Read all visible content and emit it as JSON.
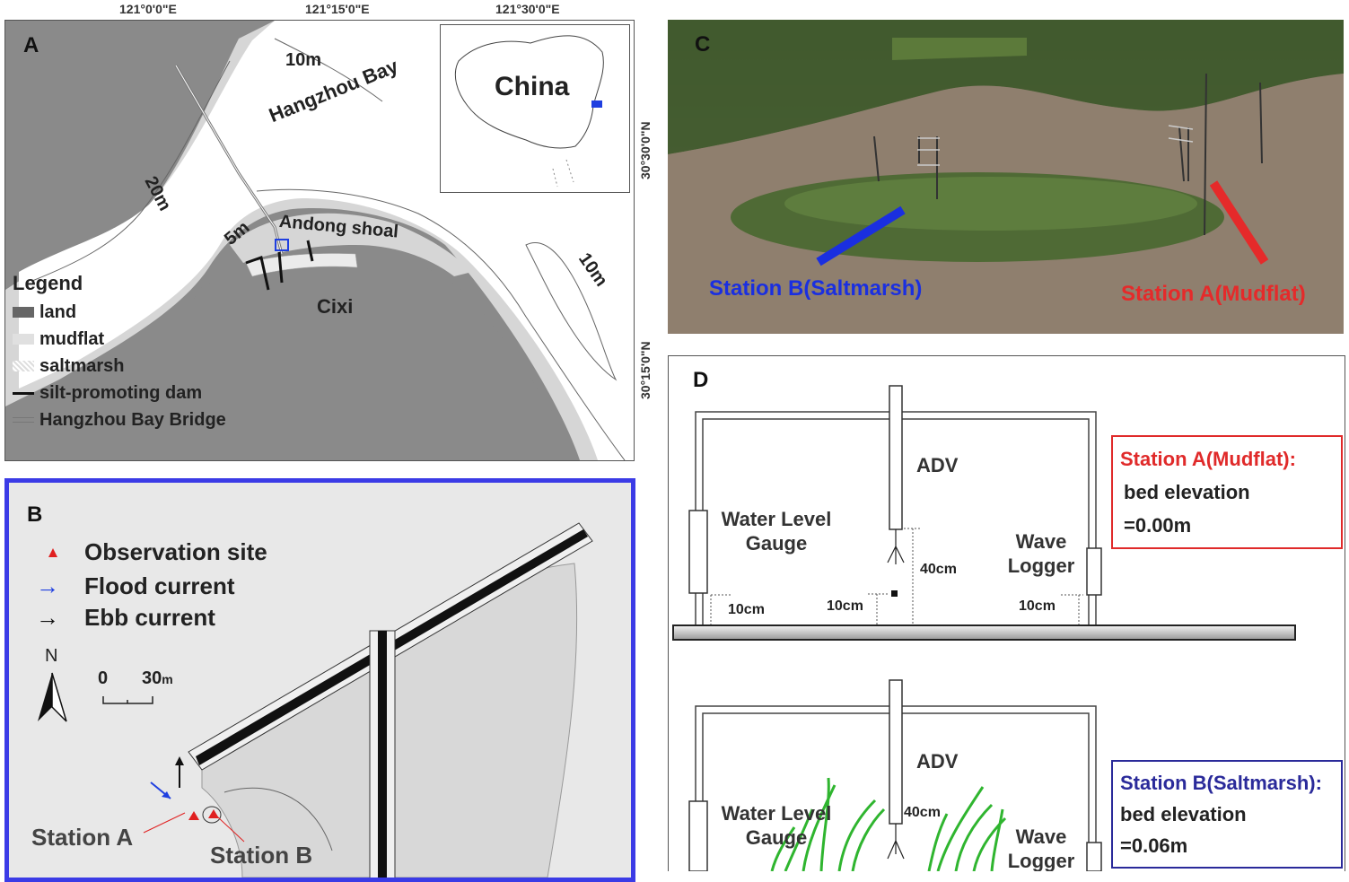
{
  "coords": {
    "top": [
      "121°0'0\"E",
      "121°15'0\"E",
      "121°30'0\"E"
    ],
    "right": [
      "30°30'0\"N",
      "30°15'0\"N"
    ]
  },
  "panel_a": {
    "letter": "A",
    "labels": {
      "depth_10m_top": "10m",
      "bay": "Hangzhou Bay",
      "depth_20m": "20m",
      "depth_5m": "5m",
      "shoal": "Andong shoal",
      "depth_10m_right": "10m",
      "town": "Cixi",
      "inset_country": "China"
    },
    "legend": {
      "title": "Legend",
      "items": [
        "land",
        "mudflat",
        "saltmarsh",
        "silt-promoting dam",
        "Hangzhou Bay Bridge"
      ]
    },
    "colors": {
      "land": "#8a8a8a",
      "mudflat": "#d6d6d6",
      "water": "#ffffff",
      "inset_marker": "#1f3fe0"
    }
  },
  "panel_b": {
    "letter": "B",
    "legend": [
      "Observation site",
      "Flood current",
      "Ebb current"
    ],
    "north": "N",
    "scale": {
      "start": "0",
      "end": "30",
      "unit": "m"
    },
    "stations": [
      "Station A",
      "Station B"
    ],
    "colors": {
      "frame": "#3b3be6",
      "site": "#e02020",
      "flood": "#1f3fe0",
      "ebb": "#111111"
    }
  },
  "panel_c": {
    "letter": "C",
    "station_b": "Station B(Saltmarsh)",
    "station_a": "Station A(Mudflat)",
    "colors": {
      "station_b": "#1a2fe0",
      "station_a": "#e52a2a"
    }
  },
  "panel_d": {
    "letter": "D",
    "top": {
      "adv": "ADV",
      "water_level_1": "Water Level",
      "water_level_2": "Gauge",
      "wave_1": "Wave",
      "wave_2": "Logger",
      "dim_40": "40cm",
      "dim_10_left": "10cm",
      "dim_10_mid": "10cm",
      "dim_10_right": "10cm",
      "box_title": "Station A(Mudflat):",
      "box_line1": "bed elevation",
      "box_line2": "=0.00m"
    },
    "bottom": {
      "adv": "ADV",
      "water_level_1": "Water Level",
      "water_level_2": "Gauge",
      "wave_1": "Wave",
      "wave_2": "Logger",
      "dim_40": "40cm",
      "box_title": "Station B(Saltmarsh):",
      "box_line1": "bed elevation",
      "box_line2": "=0.06m"
    },
    "colors": {
      "box_a": "#e02a2a",
      "box_b": "#2a2a9a"
    }
  }
}
